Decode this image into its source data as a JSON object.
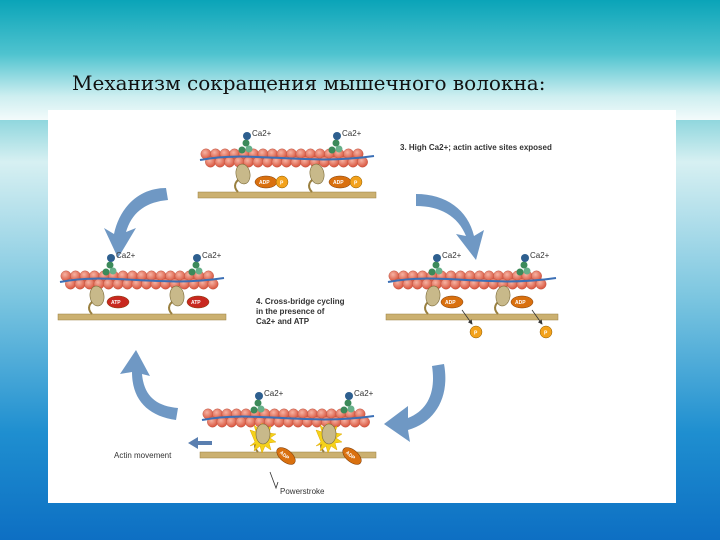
{
  "slide": {
    "title": "Механизм сокращения мышечного волокна:"
  },
  "diagram": {
    "ca_label": "Ca2+",
    "step3_label": "3. High Ca2+; actin active sites exposed",
    "step4_label": [
      "4. Cross-bridge cycling",
      "in the presence of",
      "Ca2+ and ATP"
    ],
    "adp_label": "ADP",
    "atp_label": "ATP",
    "p_label": "P",
    "actin_movement_label": "Actin movement",
    "powerstroke_label": "Powerstroke"
  },
  "colors": {
    "actin_bead": "#e8735f",
    "tropomyosin": "#3b6fb5",
    "troponin": "#3c8a5a",
    "myosin_head": "#c8b98a",
    "adp_tag": "#d9700f",
    "atp_tag": "#c8281f",
    "cycle_arrow": "#6f98c4"
  }
}
